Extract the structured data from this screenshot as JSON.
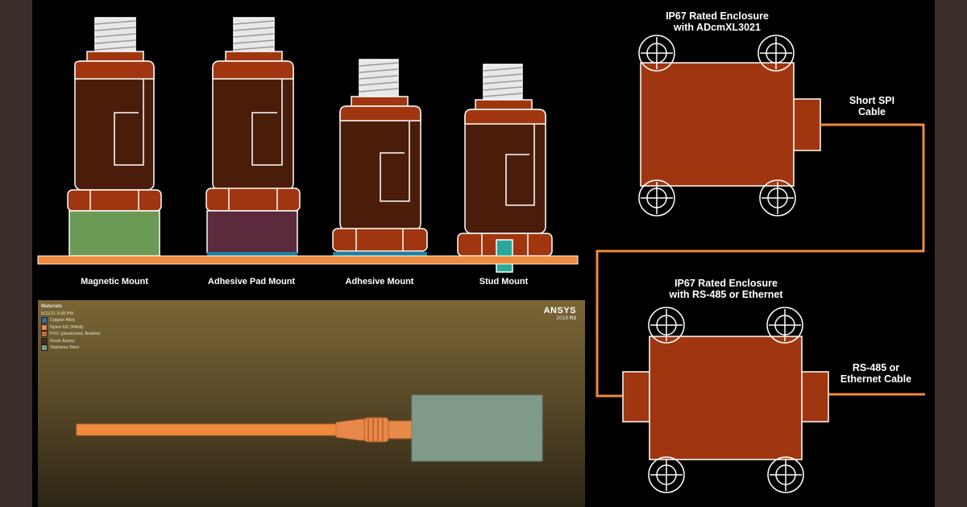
{
  "mounts": [
    {
      "name": "Magnetic Mount",
      "base_color": "#6a9a55"
    },
    {
      "name": "Adhesive Pad Mount",
      "base_color": "#5c2a3d"
    },
    {
      "name": "Adhesive Mount",
      "base_color": "#1f7fa0"
    },
    {
      "name": "Stud Mount",
      "base_color": "#2aa89a"
    }
  ],
  "enclosures": {
    "top": {
      "title_line1": "IP67 Rated Enclosure",
      "title_line2": "with ADcmXL3021"
    },
    "bottom": {
      "title_line1": "IP67 Rated Enclosure",
      "title_line2": "with RS-485 or Ethernet"
    }
  },
  "cables": {
    "spi_line1": "Short SPI",
    "spi_line2": "Cable",
    "net_line1": "RS-485 or",
    "net_line2": "Ethernet Cable"
  },
  "ansys": {
    "legend_title": "Materials",
    "legend_date": "6/11/21 3:08 PM",
    "materials": [
      {
        "name": "Copper Alloy",
        "color": "#2f6fa8"
      },
      {
        "name": "Nylon 6/6 (PA66)",
        "color": "#e8894a"
      },
      {
        "name": "PVC (plasticized, flexible)",
        "color": "#c86a35"
      },
      {
        "name": "Resin Epoxy",
        "color": "#4a2a12"
      },
      {
        "name": "Stainless Steel",
        "color": "#7f9a88"
      }
    ],
    "brand": "ANSYS",
    "version": "2019",
    "release": "R3"
  },
  "colors": {
    "body_dark": "#4a1d0b",
    "body_rust": "#a0360f",
    "cable_orange": "#f08a3c",
    "connector_white": "#e8e8e8"
  }
}
